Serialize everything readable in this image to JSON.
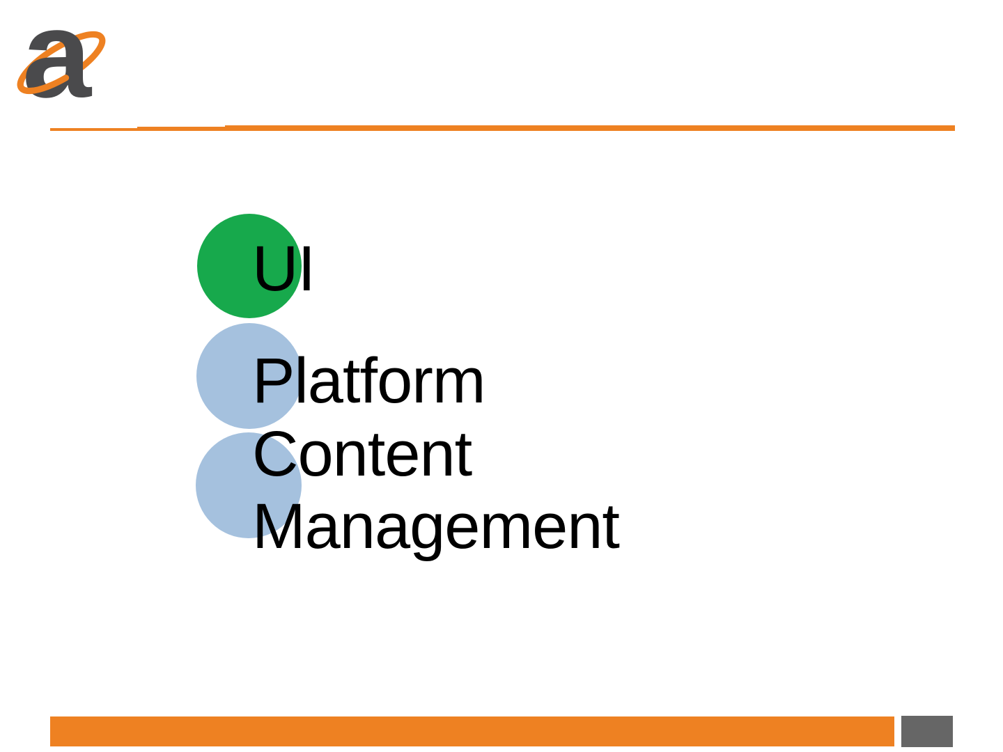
{
  "logo": {
    "letter": "a"
  },
  "list": {
    "items": [
      {
        "label": "UI",
        "bullet_color": "#17A94C"
      },
      {
        "label": "Platform",
        "bullet_color": "#A5C1DE"
      },
      {
        "label": "Content Management",
        "bullet_color": "#A5C1DE"
      }
    ]
  },
  "colors": {
    "accent_orange": "#EE8122",
    "bullet_green": "#17A94C",
    "bullet_blue": "#A5C1DE",
    "footer_gray": "#666666",
    "logo_gray": "#4A4A4C",
    "text_black": "#000000"
  }
}
